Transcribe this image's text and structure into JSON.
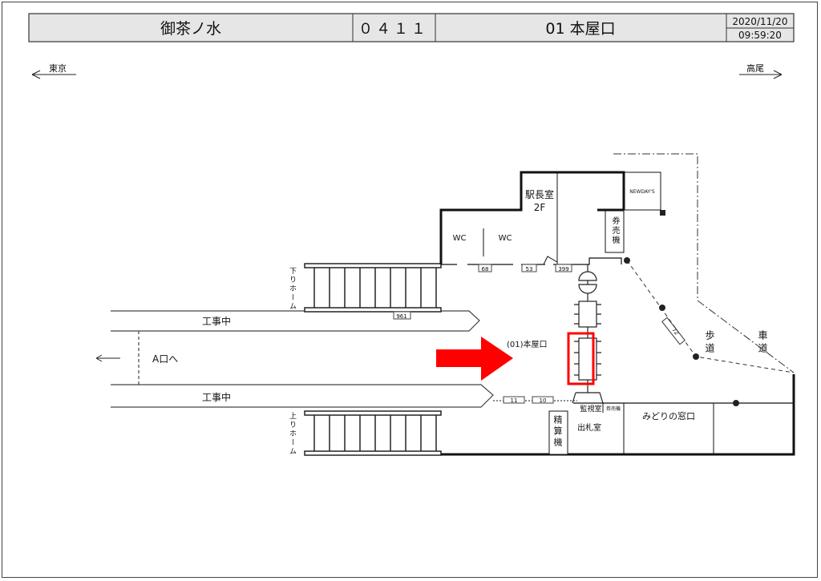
{
  "header": {
    "station": "御茶ノ水",
    "code": "０４１１",
    "exit": "01 本屋口",
    "date": "2020/11/20",
    "time": "09:59:20"
  },
  "directions": {
    "left": "東京",
    "right": "高尾"
  },
  "map": {
    "platform_down": "下りホーム",
    "platform_up": "上りホーム",
    "construction_upper": "工事中",
    "construction_lower": "工事中",
    "exit_a": "A口へ",
    "wc_left": "WC",
    "wc_right": "WC",
    "station_master": "駅長室",
    "floor": "2F",
    "newdays": "NEWDAY'S",
    "ticket_machine_top": "券売機",
    "ticket_machine_small": "券売機",
    "exit_label": "(01)本屋口",
    "monitor_room": "監視室",
    "ticket_office": "出札室",
    "fare_adjust": "精算機",
    "midori": "みどりの窓口",
    "sidewalk": "歩道",
    "roadway": "車道",
    "plates": {
      "p68": "68",
      "p53": "53",
      "p399": "399",
      "p961": "961",
      "p11": "11",
      "p10": "10",
      "p72": "72"
    }
  },
  "colors": {
    "highlight": "#ff0000",
    "header_bg": "#e6e6e6"
  }
}
